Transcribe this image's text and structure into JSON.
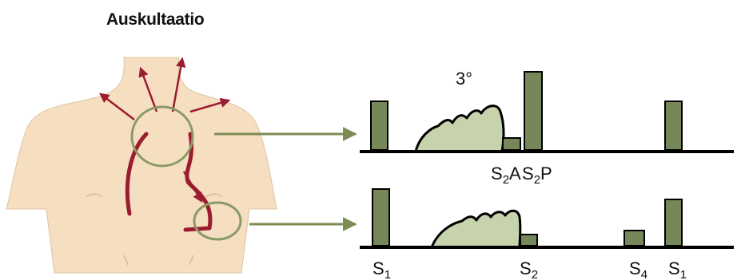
{
  "title": "Auskultaatio",
  "colors": {
    "skin": "#f6dfc1",
    "skin_outline": "#d9bfa0",
    "artery": "#9b1b30",
    "olive": "#7d8c55",
    "olive_light": "#c6d3ad",
    "olive_bar": "#76875a",
    "line": "#000000"
  },
  "upper_trace": {
    "murmur_label": "3°",
    "s2a_label": {
      "main": "S",
      "sub": "2",
      "suffix": "A"
    },
    "s2p_label": {
      "main": "S",
      "sub": "2",
      "suffix": "P"
    }
  },
  "lower_trace": {
    "labels": [
      {
        "main": "S",
        "sub": "1"
      },
      {
        "main": "S",
        "sub": "2"
      },
      {
        "main": "S",
        "sub": "4"
      },
      {
        "main": "S",
        "sub": "1"
      }
    ]
  },
  "icons": [
    "torso-illustration",
    "circulation-arrows",
    "auscultation-circle",
    "pointer-arrow"
  ]
}
